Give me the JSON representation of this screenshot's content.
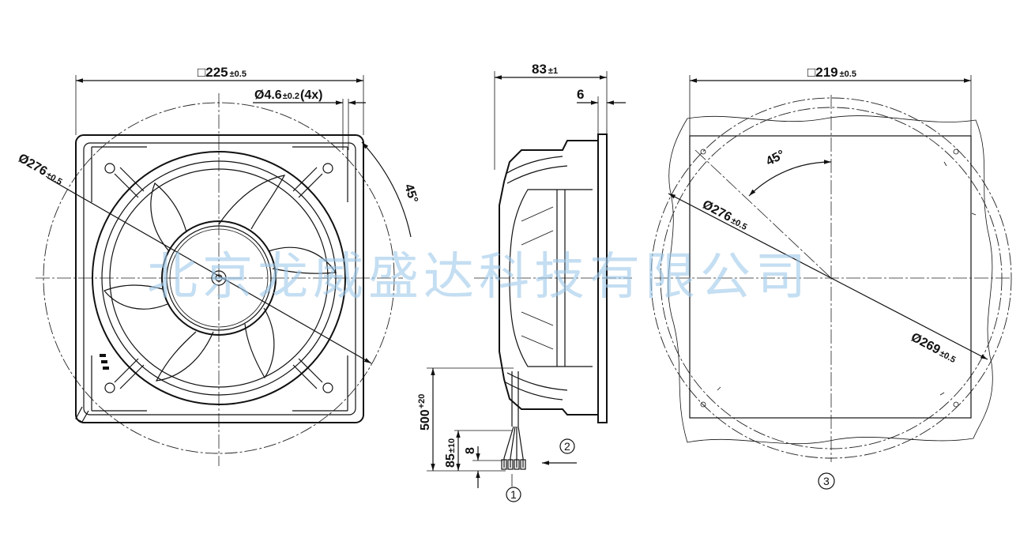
{
  "front_view": {
    "square_size": "□225",
    "square_tol": "±0.5",
    "hole_dia": "Ø4.6",
    "hole_tol": "±0.2",
    "hole_count": "(4x)",
    "circle_dia": "Ø276",
    "circle_tol": "±0.5",
    "angle": "45°"
  },
  "side_view": {
    "depth": "83",
    "depth_tol": "±1",
    "flange": "6",
    "lead_length": "500",
    "lead_tol": "+20",
    "strip_length": "85",
    "strip_tol": "±10",
    "tip_length": "8",
    "callout_1": "1",
    "callout_2": "2"
  },
  "cutout_view": {
    "square_size": "□219",
    "square_tol": "±0.5",
    "angle": "45°",
    "dia_276": "Ø276",
    "dia_276_tol": "±0.5",
    "dia_269": "Ø269",
    "dia_269_tol": "±0.5",
    "callout_3": "3"
  },
  "watermark": "北京龙威盛达科技有限公司"
}
